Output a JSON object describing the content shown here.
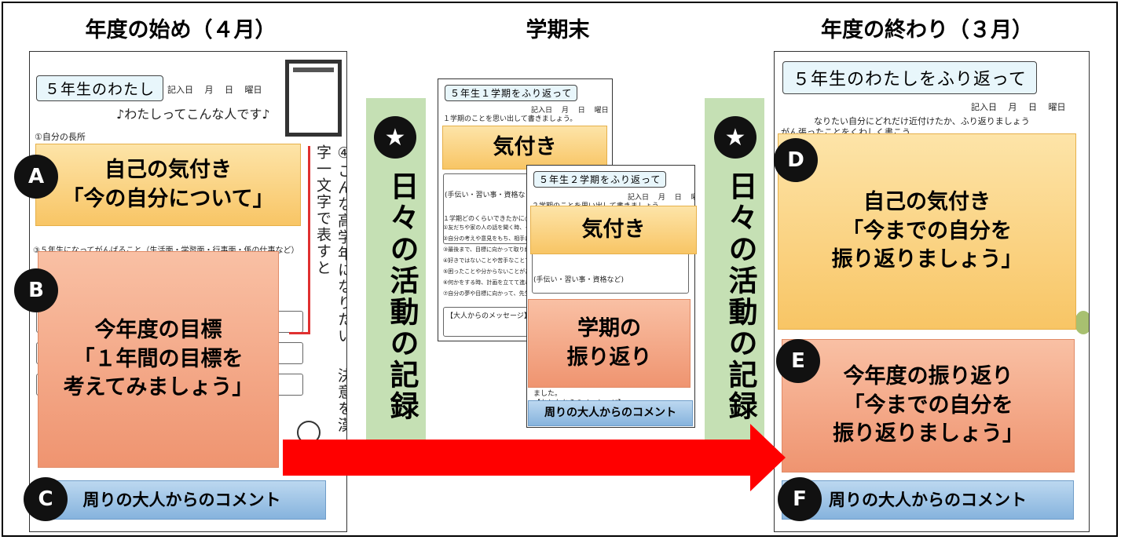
{
  "headers": {
    "start": "年度の始め（４月）",
    "mid": "学期末",
    "end": "年度の終わり（３月）"
  },
  "left_sheet": {
    "title": "５年生のわたし",
    "date_line": "記入日　 月　 日　 曜日",
    "subtitle": "♪わたしってこんな人です♪",
    "q1": "①自分の長所",
    "q3": "③５年生になってがんばること（生活面・学習面・行事面・係の仕事など）",
    "vertical_note": "④こんな高学年になりたい！ 決意を漢字一文字で表すと",
    "A": {
      "badge": "A",
      "line1": "自己の気付き",
      "line2": "「今の自分について」"
    },
    "B": {
      "badge": "B",
      "line1": "今年度の目標",
      "line2": "「１年間の目標を",
      "line3": "考えてみましょう」"
    },
    "C": {
      "badge": "C",
      "label": "周りの大人からのコメント"
    }
  },
  "daily_record": {
    "star": "★",
    "text": "日々の活動の記録"
  },
  "term_sheet_1": {
    "title": "５年生１学期をふり返って",
    "date_line": "記入日　 月　 日　 曜日",
    "instruction": "１学期のことを思い出して書きましょう。",
    "lines": [
      "(手伝い・習い事・資格など)",
      "１学期どのくらいできたかに○を付けましょう",
      "①友だちや家の人の話を聞く時、その人の考えや",
      "②自分の考えや意見をもち、相手にわかりやすく伝え",
      "③最後まで、目標に向かって取り組むことができた",
      "④好きではないことや苦手なことでも、自分から進",
      "⑤困ったことや分からないことがある時、自分から",
      "⑥何かをする時、計画を立てて進めたり、とちゅうで",
      "⑦自分の夢や目標に向かって、先生や友達の話を聞",
      "【大人からのメッセージ】"
    ],
    "overlay": "気付き"
  },
  "term_sheet_2": {
    "title": "５年生２学期をふり返って",
    "date_line": "記入日　 月　 日　 曜日",
    "instruction": "２学期のことを思い出して書きましょう。",
    "lines": [
      "(手伝い・習い事・資格など)",
      "ました。",
      "【おとなからのメッセージ】"
    ],
    "overlay_kizuki": "気付き",
    "overlay_reflection_1": "学期の",
    "overlay_reflection_2": "振り返り",
    "comment": "周りの大人からのコメント"
  },
  "right_sheet": {
    "title": "５年生のわたしをふり返って",
    "date_line": "記入日　 月　 日　 曜日",
    "line1": "なりたい自分にどれだけ近付けたか、ふり返りましょう",
    "line2": "がん張ったことをくわしく書こう",
    "D": {
      "badge": "D",
      "line1": "自己の気付き",
      "line2": "「今までの自分を",
      "line3": "振り返りましょう」"
    },
    "E": {
      "badge": "E",
      "line1": "今年度の振り返り",
      "line2": "「今までの自分を",
      "line3": "振り返りましょう」"
    },
    "F": {
      "badge": "F",
      "label": "周りの大人からのコメント"
    }
  },
  "colors": {
    "yellow": "#f8c565",
    "salmon": "#ef9470",
    "blue": "#86b3dd",
    "green_band": "#c5e0b4",
    "arrow_red": "#ff0000"
  }
}
